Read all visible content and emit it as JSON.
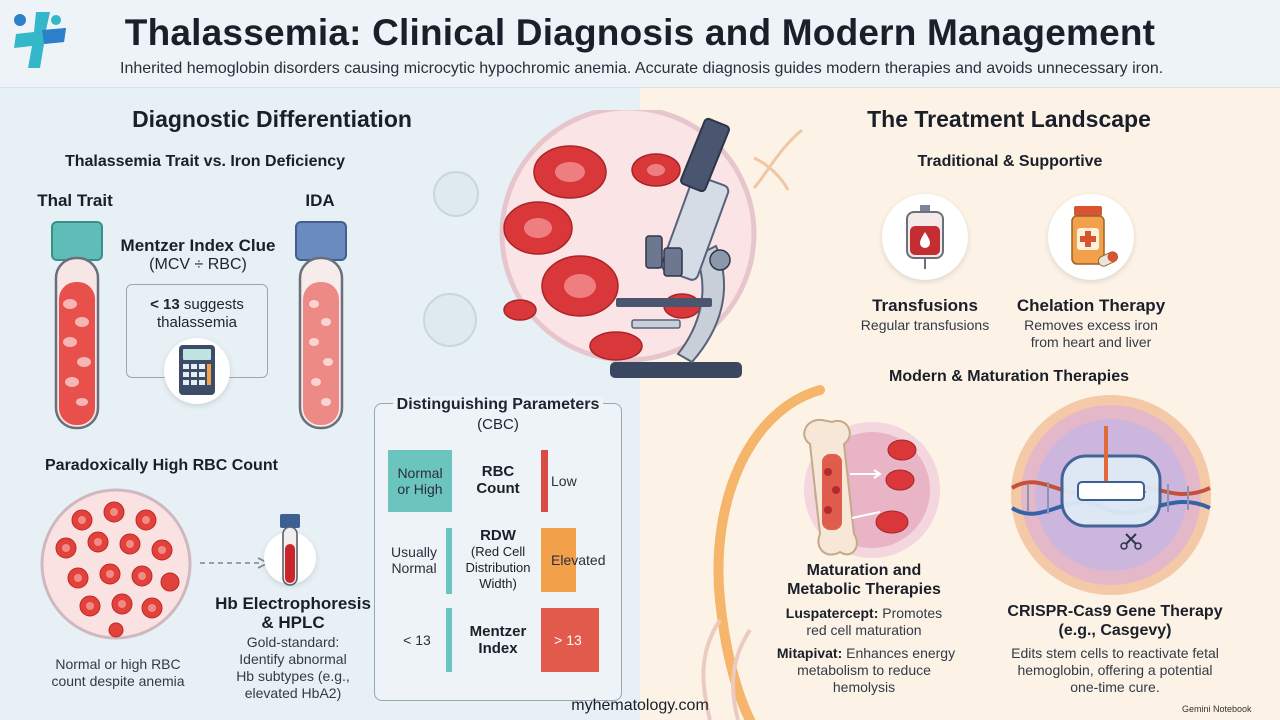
{
  "header": {
    "title": "Thalassemia: Clinical Diagnosis and Modern Management",
    "subtitle": "Inherited hemoglobin disorders causing microcytic hypochromic anemia. Accurate diagnosis guides modern therapies and avoids unnecessary iron."
  },
  "left": {
    "heading": "Diagnostic Differentiation",
    "comparison_title": "Thalassemia Trait vs. Iron Deficiency",
    "thal_label": "Thal Trait",
    "ida_label": "IDA",
    "mentzer": {
      "title": "Mentzer Index Clue",
      "formula": "(MCV ÷ RBC)",
      "threshold": "< 13",
      "threshold_text": "suggests",
      "result": "thalassemia"
    },
    "rbc": {
      "heading": "Paradoxically High RBC Count",
      "caption_line1": "Normal or high RBC",
      "caption_line2": "count despite anemia"
    },
    "electrophoresis": {
      "title_line1": "Hb Electrophoresis",
      "title_line2": "& HPLC",
      "desc_line1": "Gold-standard:",
      "desc_line2": "Identify abnormal",
      "desc_line3": "Hb subtypes (e.g.,",
      "desc_line4": "elevated HbA2)"
    },
    "cbc": {
      "title": "Distinguishing Parameters",
      "subtitle": "(CBC)",
      "rows": [
        {
          "left": [
            "Normal",
            "or High"
          ],
          "param": [
            "RBC",
            "Count"
          ],
          "right": "Low",
          "level": 0.12
        },
        {
          "left": [
            "Usually",
            "Normal"
          ],
          "param": [
            "RDW",
            "(Red Cell",
            "Distribution",
            "Width)"
          ],
          "right": "Elevated",
          "level": 0.6
        },
        {
          "left": [
            "< 13"
          ],
          "param": [
            "Mentzer",
            "Index"
          ],
          "right": "> 13",
          "level": 1.0
        }
      ]
    }
  },
  "right": {
    "heading": "The Treatment Landscape",
    "traditional_title": "Traditional & Supportive",
    "transfusions": {
      "title": "Transfusions",
      "desc": "Regular transfusions"
    },
    "chelation": {
      "title": "Chelation Therapy",
      "desc_line1": "Removes excess iron",
      "desc_line2": "from heart and liver"
    },
    "modern_title": "Modern & Maturation Therapies",
    "maturation": {
      "title_line1": "Maturation and",
      "title_line2": "Metabolic Therapies",
      "drug1": "Luspatercept:",
      "drug1_desc_a": "Promotes",
      "drug1_desc_b": "red cell maturation",
      "drug2": "Mitapivat:",
      "drug2_desc_a": "Enhances energy",
      "drug2_desc_b": "metabolism to reduce",
      "drug2_desc_c": "hemolysis"
    },
    "crispr": {
      "title_line1": "CRISPR-Cas9 Gene Therapy",
      "title_line2": "(e.g., Casgevy)",
      "desc_line1": "Edits stem cells to reactivate fetal",
      "desc_line2": "hemoglobin, offering a potential",
      "desc_line3": "one-time cure."
    }
  },
  "footer": {
    "site": "myhematology.com",
    "watermark": "Gemini Notebook"
  },
  "colors": {
    "teal": "#6cc4bf",
    "red": "#d94b45",
    "orange": "#f2a04a",
    "navy": "#2f3b52",
    "left_bg": "#e6f0f5",
    "right_bg": "#fcf3e6"
  }
}
